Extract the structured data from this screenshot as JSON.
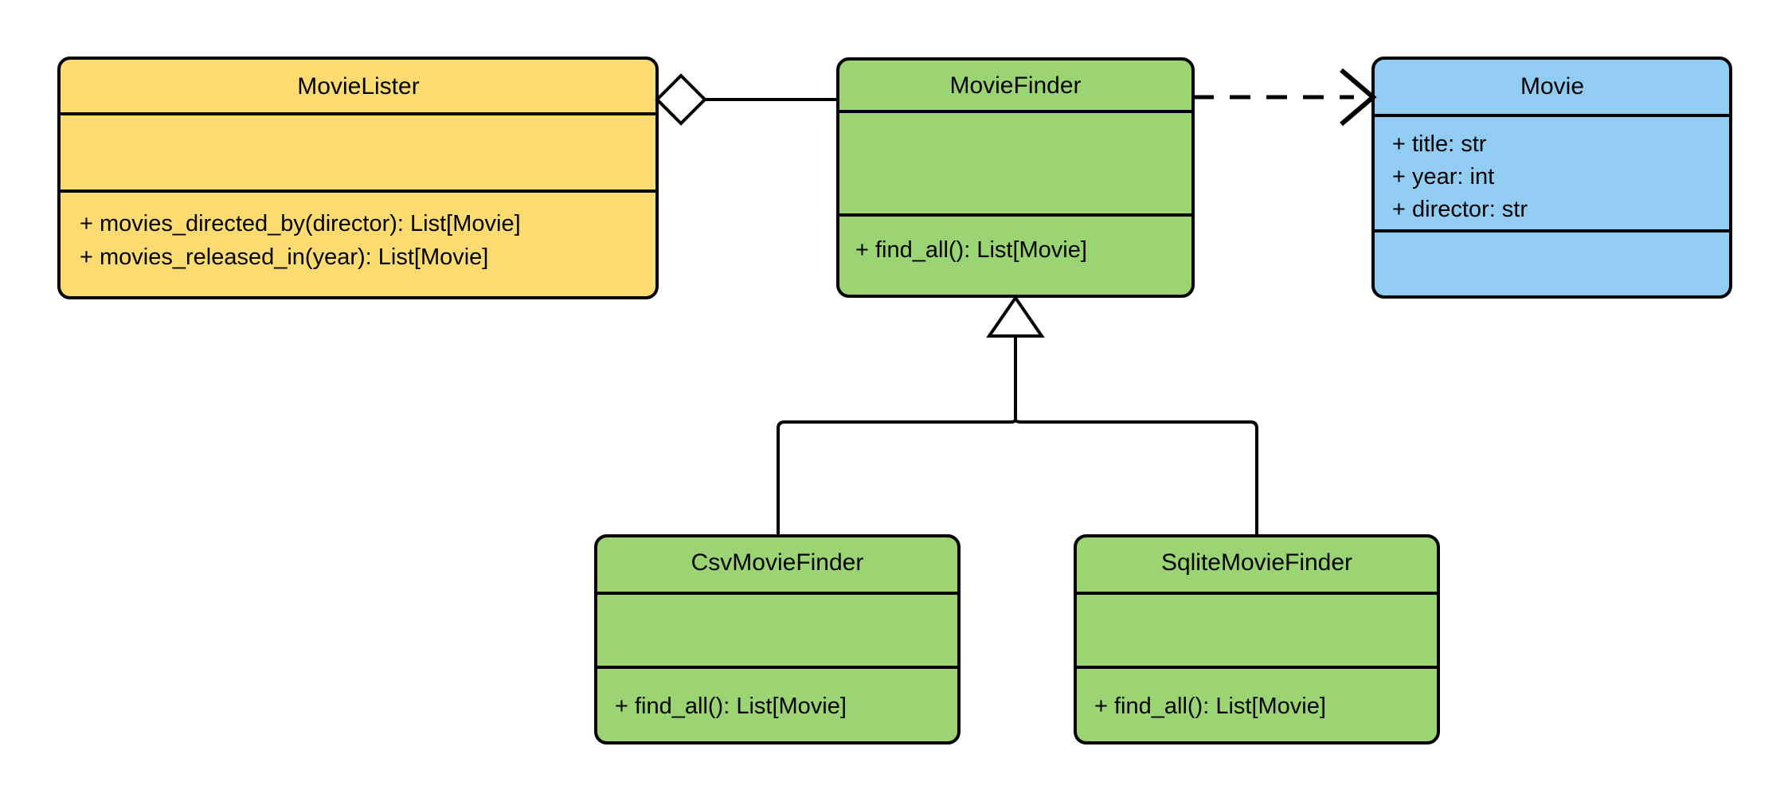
{
  "diagram": {
    "kind": "uml-class-diagram",
    "background_color": "#ffffff",
    "line_color": "#000000",
    "palette": {
      "yellow": "#fcdc70",
      "green": "#9bd472",
      "blue": "#91cdf2",
      "white": "#ffffff"
    },
    "classes": {
      "movie_lister": {
        "name": "MovieLister",
        "fill": "#fcdc70",
        "attributes": [],
        "methods": [
          "+ movies_directed_by(director): List[Movie]",
          "+ movies_released_in(year): List[Movie]"
        ]
      },
      "movie_finder": {
        "name": "MovieFinder",
        "fill": "#9bd472",
        "attributes": [],
        "methods": [
          "+ find_all(): List[Movie]"
        ]
      },
      "movie": {
        "name": "Movie",
        "fill": "#91cdf2",
        "attributes": [
          "+ title: str",
          "+ year: int",
          "+ director: str"
        ],
        "methods": []
      },
      "csv_movie_finder": {
        "name": "CsvMovieFinder",
        "fill": "#9bd472",
        "attributes": [],
        "methods": [
          "+ find_all(): List[Movie]"
        ]
      },
      "sqlite_movie_finder": {
        "name": "SqliteMovieFinder",
        "fill": "#9bd472",
        "attributes": [],
        "methods": [
          "+ find_all(): List[Movie]"
        ]
      }
    },
    "relationships": [
      {
        "id": "aggregation",
        "type": "aggregation",
        "from": "MovieLister",
        "to": "MovieFinder",
        "marker": "hollow-diamond",
        "line_style": "solid"
      },
      {
        "id": "dependency",
        "type": "dependency",
        "from": "MovieFinder",
        "to": "Movie",
        "marker": "open-arrow",
        "line_style": "dashed"
      },
      {
        "id": "generalization-csv",
        "type": "generalization",
        "from": "CsvMovieFinder",
        "to": "MovieFinder",
        "marker": "hollow-triangle",
        "line_style": "solid"
      },
      {
        "id": "generalization-sqlite",
        "type": "generalization",
        "from": "SqliteMovieFinder",
        "to": "MovieFinder",
        "marker": "hollow-triangle",
        "line_style": "solid"
      }
    ]
  }
}
